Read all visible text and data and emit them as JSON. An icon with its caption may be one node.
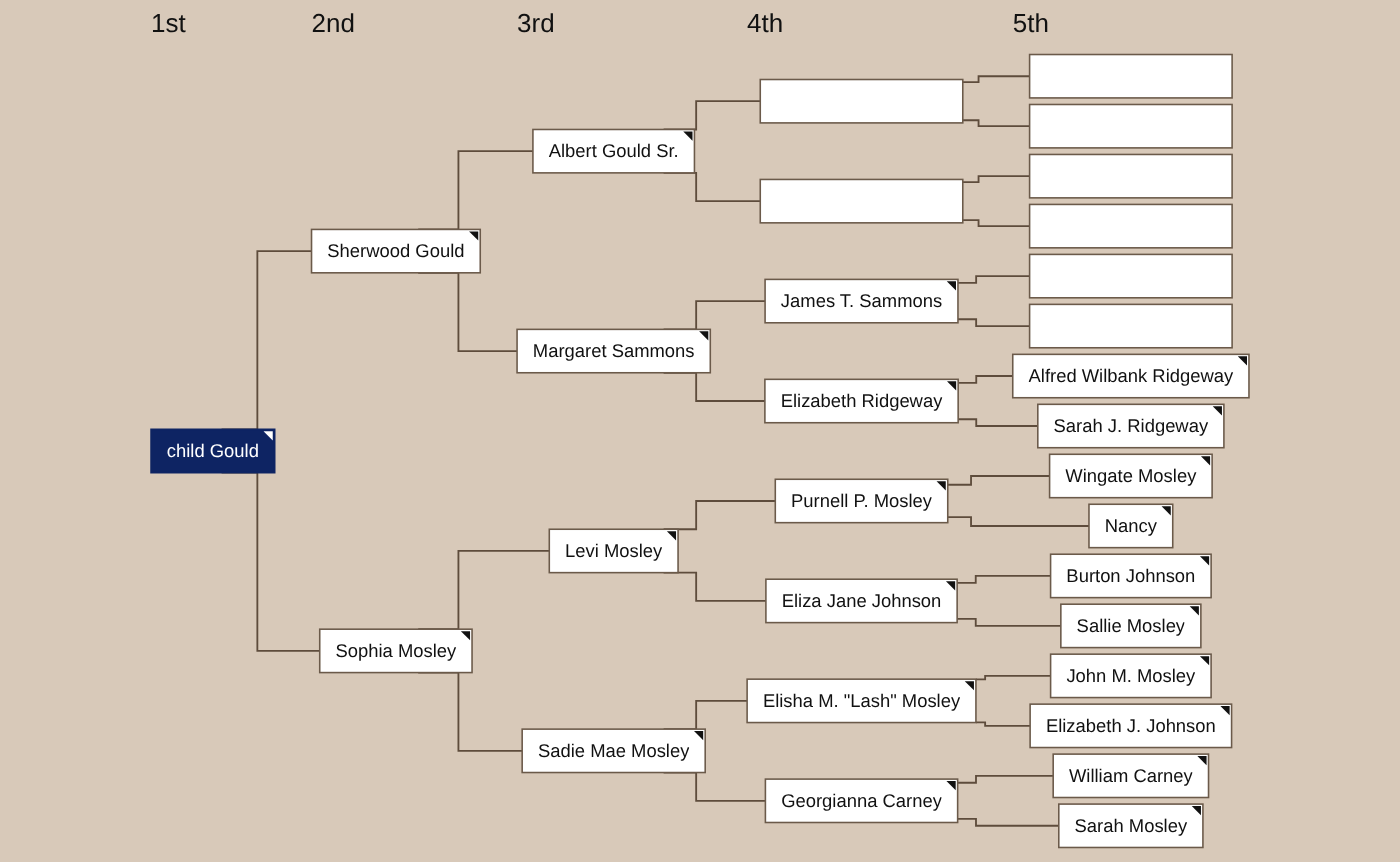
{
  "diagram": {
    "nodes": [
      {
        "text": [
          "child Gould"
        ]
      },
      {
        "text": [
          "Sherwood Gould"
        ]
      },
      {
        "text": [
          "Sophia Mosley"
        ]
      },
      {
        "text": [
          "Albert Gould Sr."
        ]
      },
      {
        "text": [
          "Margaret Sammons"
        ]
      },
      {
        "text": [
          "Levi Mosley"
        ]
      },
      {
        "text": [
          "Sadie Mae Mosley"
        ]
      },
      {
        "text": [],
        "shape": "box"
      },
      {
        "text": [],
        "shape": "box"
      },
      {
        "text": [
          "James T. Sammons"
        ]
      },
      {
        "text": [
          "Elizabeth Ridgeway"
        ]
      },
      {
        "text": [
          "Purnell P. Mosley"
        ]
      },
      {
        "text": [
          "Eliza Jane Johnson"
        ]
      },
      {
        "text": [
          "Elisha M. \"Lash\" Mosley"
        ]
      },
      {
        "text": [
          "Georgianna Carney"
        ]
      },
      {
        "text": [],
        "shape": "box"
      },
      {
        "text": [],
        "shape": "box"
      },
      {
        "text": [],
        "shape": "box"
      },
      {
        "text": [],
        "shape": "box"
      },
      {
        "text": [],
        "shape": "box"
      },
      {
        "text": [],
        "shape": "box"
      },
      {
        "text": [
          "Alfred Wilbank Ridgeway"
        ]
      },
      {
        "text": [
          "Sarah J. Ridgeway"
        ]
      },
      {
        "text": [
          "Wingate Mosley"
        ]
      },
      {
        "text": [
          "Nancy"
        ]
      },
      {
        "text": [
          "Burton Johnson"
        ]
      },
      {
        "text": [
          "Sallie Mosley"
        ]
      },
      {
        "text": [
          "John M. Mosley"
        ]
      },
      {
        "text": [
          "Elizabeth J. Johnson"
        ]
      },
      {
        "text": [
          "William Carney"
        ]
      },
      {
        "text": [
          "Sarah Mosley"
        ]
      }
    ],
    "edges": [
      {
        "from": 0,
        "to": 1,
        "arrow": "none"
      },
      {
        "from": 0,
        "to": 2,
        "arrow": "none"
      },
      {
        "from": 1,
        "to": 3,
        "arrow": "none"
      },
      {
        "from": 1,
        "to": 4,
        "arrow": "none"
      },
      {
        "from": 2,
        "to": 5,
        "arrow": "none"
      },
      {
        "from": 2,
        "to": 6,
        "arrow": "none"
      },
      {
        "from": 3,
        "to": 7,
        "arrow": "none"
      },
      {
        "from": 3,
        "to": 8,
        "arrow": "none"
      },
      {
        "from": 4,
        "to": 9,
        "arrow": "none"
      },
      {
        "from": 4,
        "to": 10,
        "arrow": "none"
      },
      {
        "from": 5,
        "to": 11,
        "arrow": "none"
      },
      {
        "from": 5,
        "to": 12,
        "arrow": "none"
      },
      {
        "from": 6,
        "to": 13,
        "arrow": "none"
      },
      {
        "from": 6,
        "to": 14,
        "arrow": "none"
      },
      {
        "from": 7,
        "to": 15,
        "arrow": "none"
      },
      {
        "from": 7,
        "to": 16,
        "arrow": "none"
      },
      {
        "from": 8,
        "to": 17,
        "arrow": "none"
      },
      {
        "from": 8,
        "to": 18,
        "arrow": "none"
      },
      {
        "from": 9,
        "to": 19,
        "arrow": "none"
      },
      {
        "from": 9,
        "to": 20,
        "arrow": "none"
      },
      {
        "from": 10,
        "to": 21,
        "arrow": "none"
      },
      {
        "from": 10,
        "to": 22,
        "arrow": "none"
      },
      {
        "from": 11,
        "to": 23,
        "arrow": "none"
      },
      {
        "from": 11,
        "to": 24,
        "arrow": "none"
      },
      {
        "from": 12,
        "to": 25,
        "arrow": "none"
      },
      {
        "from": 12,
        "to": 26,
        "arrow": "none"
      },
      {
        "from": 13,
        "to": 27,
        "arrow": "none"
      },
      {
        "from": 13,
        "to": 28,
        "arrow": "none"
      },
      {
        "from": 14,
        "to": 29,
        "arrow": "none"
      },
      {
        "from": 14,
        "to": 30,
        "arrow": "none"
      }
    ],
    "labels": [
      "1st",
      "2nd",
      "3rd",
      "4th",
      "5th"
    ]
  }
}
